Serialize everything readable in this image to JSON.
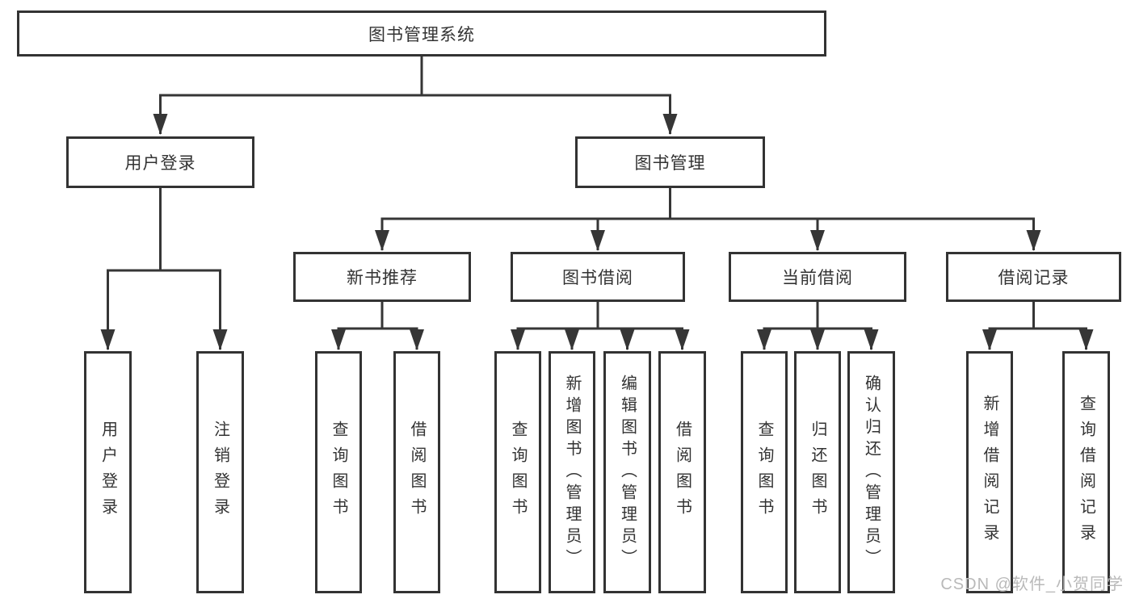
{
  "tree": {
    "root": {
      "label": "图书管理系统"
    },
    "branches": [
      {
        "label": "用户登录",
        "children": [
          {
            "label": "用户登录"
          },
          {
            "label": "注销登录"
          }
        ]
      },
      {
        "label": "图书管理",
        "children": [
          {
            "label": "新书推荐",
            "children": [
              {
                "label": "查询图书"
              },
              {
                "label": "借阅图书"
              }
            ]
          },
          {
            "label": "图书借阅",
            "children": [
              {
                "label": "查询图书"
              },
              {
                "label": "新增图书（管理员）"
              },
              {
                "label": "编辑图书（管理员）"
              },
              {
                "label": "借阅图书"
              }
            ]
          },
          {
            "label": "当前借阅",
            "children": [
              {
                "label": "查询图书"
              },
              {
                "label": "归还图书"
              },
              {
                "label": "确认归还（管理员）"
              }
            ]
          },
          {
            "label": "借阅记录",
            "children": [
              {
                "label": "新增借阅记录"
              },
              {
                "label": "查询借阅记录"
              }
            ]
          }
        ]
      }
    ]
  },
  "watermark": "CSDN @软件_小贺同学",
  "colors": {
    "line": "#363636",
    "box_border": "#333333",
    "box_fill": "#ffffff",
    "text": "#333333",
    "watermark": "#b9b9b9",
    "background": "#ffffff"
  }
}
